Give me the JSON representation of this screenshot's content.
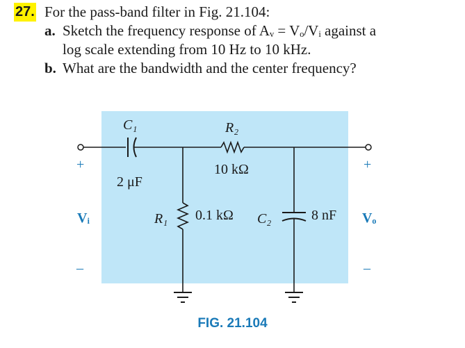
{
  "problem": {
    "number": "27.",
    "stem": "For the pass-band filter in Fig. 21.104:",
    "parts": [
      {
        "label": "a.",
        "line1": "Sketch the frequency response of Aᵥ = Vₒ/Vᵢ against a",
        "line2": "log scale extending from 10 Hz to 10 kHz."
      },
      {
        "label": "b.",
        "line1": "What are the bandwidth and the center frequency?"
      }
    ]
  },
  "circuit": {
    "c1_name": "C₁",
    "c1_value": "2 μF",
    "r2_name": "R₂",
    "r2_value": "10 kΩ",
    "r1_name": "R₁",
    "r1_value": "0.1 kΩ",
    "c2_name": "C₂",
    "c2_value": "8 nF",
    "vin_label": "Vᵢ",
    "vout_label": "Vₒ",
    "plus": "+",
    "minus": "–",
    "colors": {
      "box_fill": "#bfe6f8",
      "wire": "#1a1a1a",
      "caption": "#1a7ab8",
      "highlight": "#fff200"
    }
  },
  "caption": "FIG. 21.104"
}
